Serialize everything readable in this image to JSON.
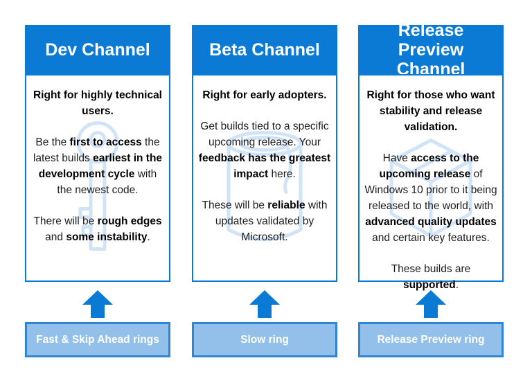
{
  "colors": {
    "header_blue": "#0b7ad4",
    "body_border": "#0b7ad4",
    "arrow_blue": "#0b7ad4",
    "footer_fill": "#92c0ea",
    "footer_border": "#2e86d4",
    "text_dark": "#1c1c1c",
    "watermark": "#cfe2f6"
  },
  "columns": [
    {
      "id": "dev",
      "header": "Dev Channel",
      "watermark_icon": "key-watermark-icon",
      "paragraphs": [
        [
          {
            "t": "Right for highly technical users.",
            "b": true
          }
        ],
        [
          {
            "t": "Be the ",
            "b": false
          },
          {
            "t": "first to access",
            "b": true
          },
          {
            "t": " the latest builds ",
            "b": false
          },
          {
            "t": "earliest in the development cycle",
            "b": true
          },
          {
            "t": " with the newest code.",
            "b": false
          }
        ],
        [
          {
            "t": "There will be ",
            "b": false
          },
          {
            "t": "rough edges",
            "b": true
          },
          {
            "t": " and ",
            "b": false
          },
          {
            "t": "some instability",
            "b": true
          },
          {
            "t": ".",
            "b": false
          }
        ]
      ],
      "ring": "Fast & Skip Ahead rings"
    },
    {
      "id": "beta",
      "header": "Beta Channel",
      "watermark_icon": "beaker-watermark-icon",
      "paragraphs": [
        [
          {
            "t": "Right for early adopters.",
            "b": true
          }
        ],
        [
          {
            "t": "Get builds tied to a specific upcoming release. Your ",
            "b": false
          },
          {
            "t": "feedback has the greatest impact",
            "b": true
          },
          {
            "t": " here.",
            "b": false
          }
        ],
        [
          {
            "t": "These will be ",
            "b": false
          },
          {
            "t": "reliable",
            "b": true
          },
          {
            "t": " with updates validated by Microsoft.",
            "b": false
          }
        ]
      ],
      "ring": "Slow ring"
    },
    {
      "id": "release-preview",
      "header": "Release Preview Channel",
      "watermark_icon": "cube-watermark-icon",
      "paragraphs": [
        [
          {
            "t": "Right for those who want stability and release validation.",
            "b": true
          }
        ],
        [
          {
            "t": "Have ",
            "b": false
          },
          {
            "t": "access to the upcoming release",
            "b": true
          },
          {
            "t": " of Windows 10 prior to it being released to the world, with ",
            "b": false
          },
          {
            "t": "advanced quality updates",
            "b": true
          },
          {
            "t": " and certain key features.",
            "b": false
          }
        ],
        [
          {
            "t": "These builds are ",
            "b": false
          },
          {
            "t": "supported",
            "b": true
          },
          {
            "t": ".",
            "b": false
          }
        ]
      ],
      "ring": "Release Preview ring"
    }
  ]
}
